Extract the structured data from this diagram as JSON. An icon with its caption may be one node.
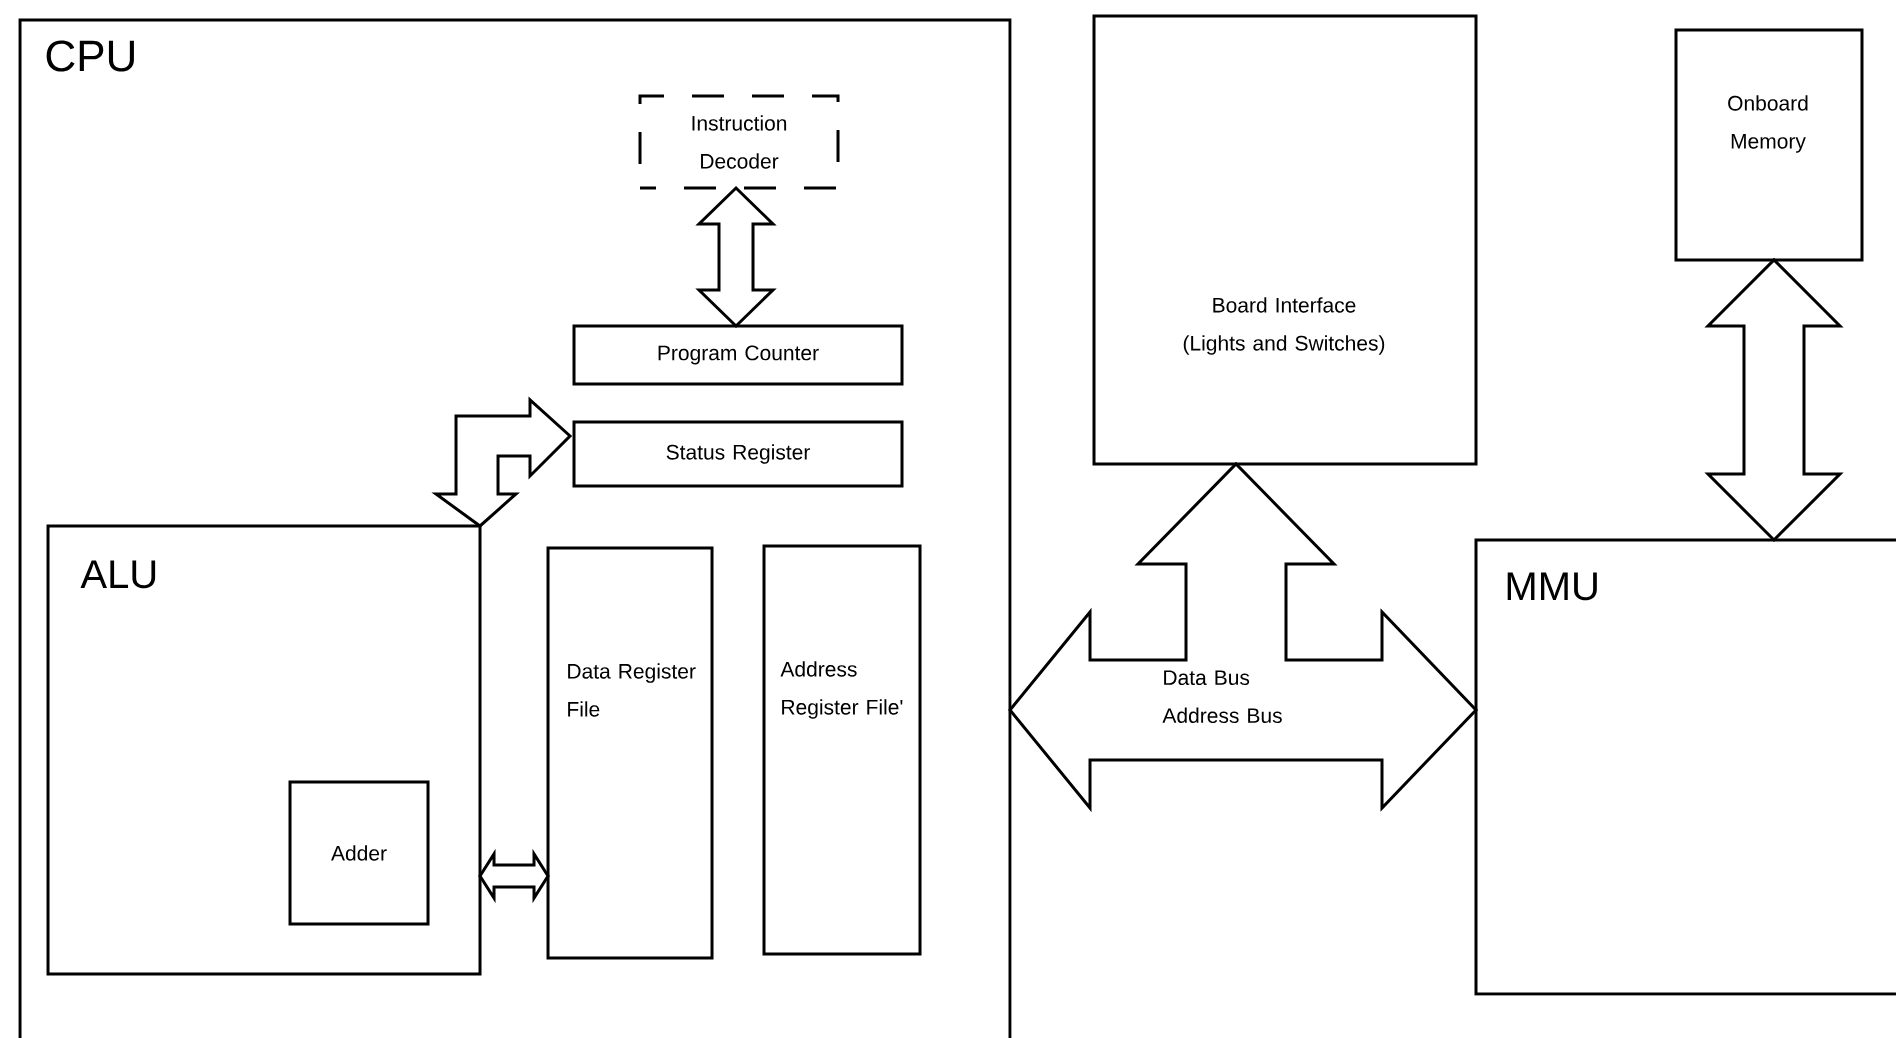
{
  "diagram": {
    "nodes": [
      {
        "text": [
          "CPU"
        ]
      },
      {
        "text": [
          "Instruction Decoder"
        ],
        "in": 0
      },
      {
        "text": [
          "Program Counter"
        ],
        "in": 0
      },
      {
        "text": [
          "Status Register"
        ],
        "in": 0
      },
      {
        "text": [
          "ALU"
        ],
        "in": 0
      },
      {
        "text": [
          "Adder"
        ],
        "in": 4
      },
      {
        "text": [
          "Data Register File"
        ],
        "in": 0
      },
      {
        "text": [
          "Address Register File'"
        ],
        "in": 0
      },
      {
        "text": [
          "Board Interface (Lights and Switches)"
        ]
      },
      {
        "text": [
          "Onboard Memory"
        ]
      },
      {
        "text": [
          "MMU"
        ]
      }
    ],
    "edges": [
      {
        "from": 1,
        "to": 2,
        "arrow": "both"
      },
      {
        "from": 3,
        "to": 4,
        "arrow": "both"
      },
      {
        "from": 4,
        "to": 6,
        "arrow": "both"
      },
      {
        "from": 0,
        "to": 10,
        "arrow": "both",
        "label": "Data Bus Address Bus"
      },
      {
        "from": 0,
        "to": 8,
        "arrow": "both"
      },
      {
        "from": 8,
        "to": 10,
        "arrow": "both"
      },
      {
        "from": 9,
        "to": 10,
        "arrow": "both"
      }
    ]
  }
}
